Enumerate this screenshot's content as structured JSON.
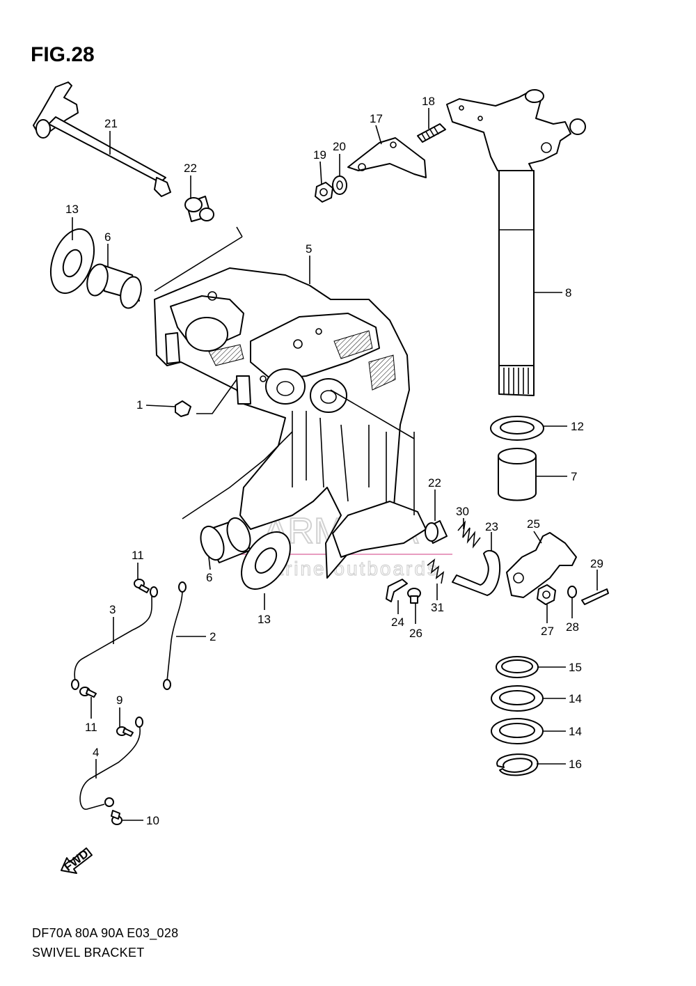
{
  "figure": {
    "title": "FIG.28",
    "model_code": "DF70A 80A 90A E03_028",
    "name": "SWIVEL BRACKET"
  },
  "fwd_arrow_label": "FWD",
  "watermark": {
    "brand": "ARMADA",
    "tagline": "marine outboards",
    "color": "#e48bb5"
  },
  "callouts": [
    {
      "id": "c21",
      "label": "21"
    },
    {
      "id": "c22a",
      "label": "22"
    },
    {
      "id": "c13a",
      "label": "13"
    },
    {
      "id": "c6a",
      "label": "6"
    },
    {
      "id": "c5",
      "label": "5"
    },
    {
      "id": "c19",
      "label": "19"
    },
    {
      "id": "c20",
      "label": "20"
    },
    {
      "id": "c17",
      "label": "17"
    },
    {
      "id": "c18",
      "label": "18"
    },
    {
      "id": "c8",
      "label": "8"
    },
    {
      "id": "c1",
      "label": "1"
    },
    {
      "id": "c12",
      "label": "12"
    },
    {
      "id": "c7",
      "label": "7"
    },
    {
      "id": "c22b",
      "label": "22"
    },
    {
      "id": "c30",
      "label": "30"
    },
    {
      "id": "c23",
      "label": "23"
    },
    {
      "id": "c25",
      "label": "25"
    },
    {
      "id": "c29",
      "label": "29"
    },
    {
      "id": "c11a",
      "label": "11"
    },
    {
      "id": "c6b",
      "label": "6"
    },
    {
      "id": "c13b",
      "label": "13"
    },
    {
      "id": "c3",
      "label": "3"
    },
    {
      "id": "c2",
      "label": "2"
    },
    {
      "id": "c24",
      "label": "24"
    },
    {
      "id": "c26",
      "label": "26"
    },
    {
      "id": "c31",
      "label": "31"
    },
    {
      "id": "c27",
      "label": "27"
    },
    {
      "id": "c28",
      "label": "28"
    },
    {
      "id": "c15",
      "label": "15"
    },
    {
      "id": "c14a",
      "label": "14"
    },
    {
      "id": "c14b",
      "label": "14"
    },
    {
      "id": "c16",
      "label": "16"
    },
    {
      "id": "c9",
      "label": "9"
    },
    {
      "id": "c11b",
      "label": "11"
    },
    {
      "id": "c4",
      "label": "4"
    },
    {
      "id": "c10",
      "label": "10"
    }
  ]
}
